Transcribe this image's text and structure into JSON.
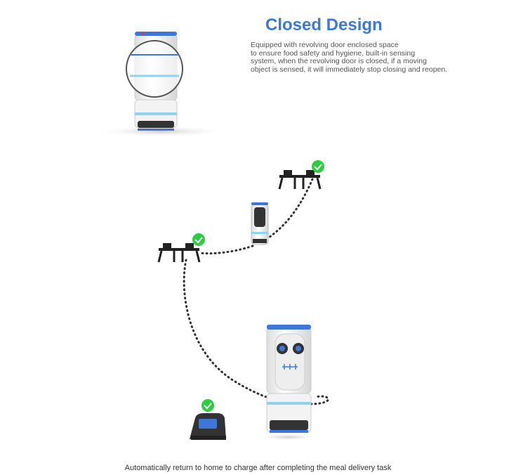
{
  "heading": "Closed Design",
  "description_lines": [
    "Equipped with revolving door enclosed space",
    "to ensure food safety and hygiene, built-in sensing",
    "system, when the revolving door is closed, if a moving",
    "object is sensed, it will immediately stop closing and reopen."
  ],
  "caption": "Automatically return to home to charge after completing the meal delivery task",
  "colors": {
    "accent": "#3d78d8",
    "check": "#2ecc40",
    "path": "#333333"
  }
}
